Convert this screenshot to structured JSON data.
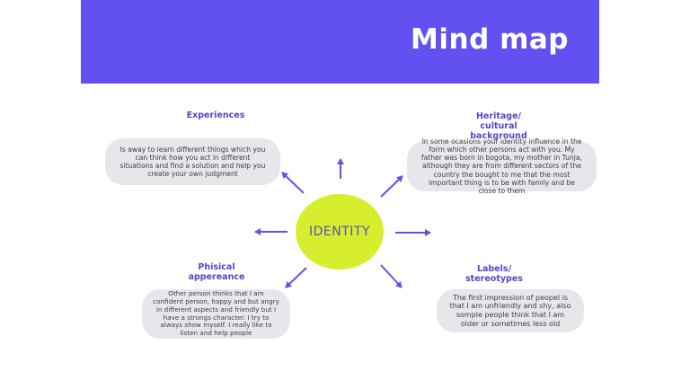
{
  "banner": {
    "title": "Mind map"
  },
  "center": {
    "label": "IDENTITY"
  },
  "branches": {
    "experiences": {
      "heading": "Experiences",
      "text": "Is away to learn different things which you can think how you act in different situations and find a solution and help you create your own judgment"
    },
    "heritage": {
      "heading": "Heritage/ cultural background",
      "text": "In some ocasions your identity influence in the form which other persons act with you. My father was born in bogota, my mother in Tunja, although they are from different sectors of the country the bought to me that the most important thing is to be with family and be close to them"
    },
    "physical": {
      "heading": "Phisical appereance",
      "text": "Other person thinks that I am confident person, happy and but angry in different aspects and friendly but I have a strongs character. I try to always show myself. I really like to listen and help people"
    },
    "labels": {
      "heading": "Labels/ stereotypes",
      "text": "The first impression of peopel is that I am unfriendly and shy, also somple people think that I am older or sometimes less old"
    }
  },
  "colors": {
    "banner": "#6251f0",
    "arrow": "#6251f0",
    "center": "#d6ee2d",
    "heading": "#5148c9",
    "bubble": "#e6e7ea"
  }
}
